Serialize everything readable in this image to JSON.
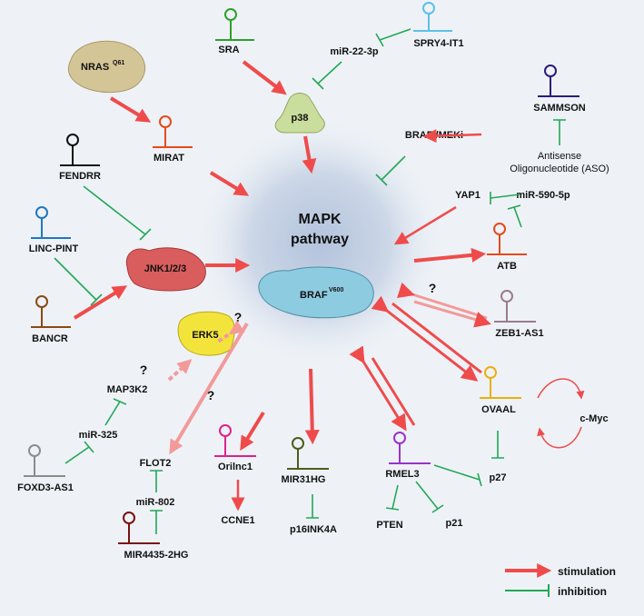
{
  "center": {
    "title_line1": "MAPK",
    "title_line2": "pathway"
  },
  "proteins": {
    "nras": {
      "label": "NRAS",
      "sup": "Q61"
    },
    "jnk": {
      "label": "JNK1/2/3"
    },
    "erk5": {
      "label": "ERK5"
    },
    "braf": {
      "label": "BRAF",
      "sup": "V600"
    },
    "p38": {
      "label": "p38"
    }
  },
  "lncrnas": {
    "sra": "SRA",
    "spry4": "SPRY4-IT1",
    "sammson": "SAMMSON",
    "mirat": "MIRAT",
    "fendrr": "FENDRR",
    "lincpint": "LINC-PINT",
    "bancr": "BANCR",
    "atb": "ATB",
    "zeb1": "ZEB1-AS1",
    "ovaal": "OVAAL",
    "rmel3": "RMEL3",
    "mir31hg": "MIR31HG",
    "orilnc1": "Orilnc1",
    "foxd3": "FOXD3-AS1",
    "mir4435": "MIR4435-2HG"
  },
  "labels": {
    "mir22": "miR-22-3p",
    "brafi": "BRAFi/MEKi",
    "aso_line1": "Antisense",
    "aso_line2": "Oligonucleotide (ASO)",
    "yap1": "YAP1",
    "mir590": "miR-590-5p",
    "cmyc": "c-Myc",
    "p27": "p27",
    "p21": "p21",
    "pten": "PTEN",
    "p16": "p16INK4A",
    "ccne1": "CCNE1",
    "flot2": "FLOT2",
    "mir802": "miR-802",
    "mir325": "miR-325",
    "map3k2": "MAP3K2",
    "q1": "?",
    "q2": "?",
    "q3": "?",
    "q4": "?"
  },
  "legend": {
    "stimulation": "stimulation",
    "inhibition": "inhibition"
  },
  "colors": {
    "stimulation": "#ef4b4b",
    "stimulation_faint": "#f29a9a",
    "inhibition": "#22a855"
  }
}
